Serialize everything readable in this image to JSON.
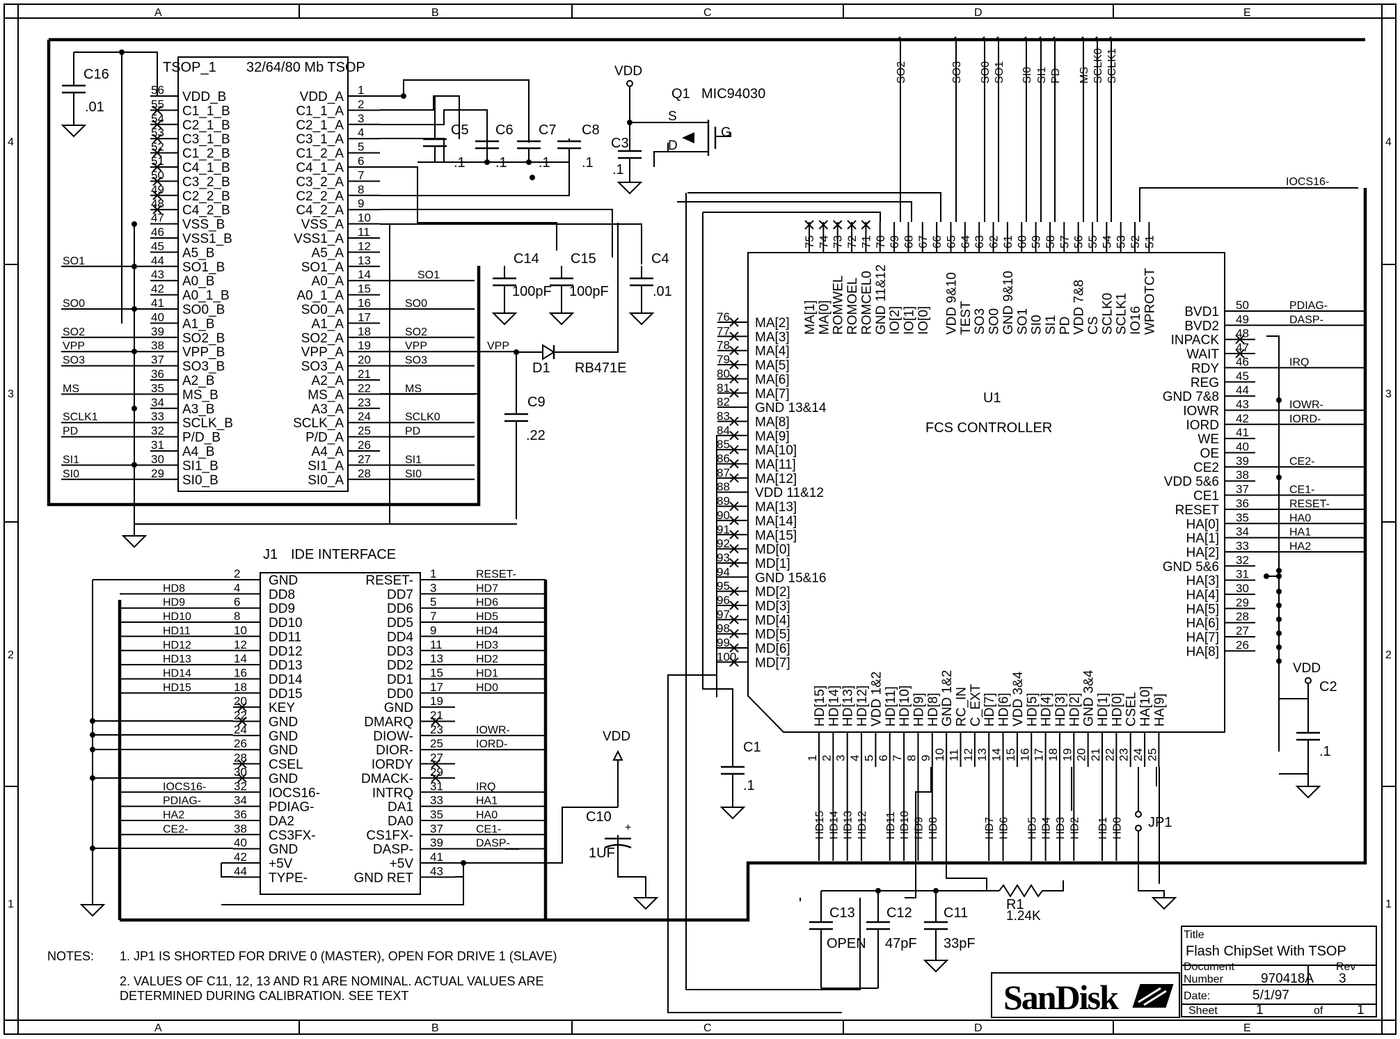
{
  "border": {
    "columns": [
      "A",
      "B",
      "C",
      "D",
      "E"
    ],
    "rows": [
      "4",
      "3",
      "2",
      "1"
    ]
  },
  "tsop": {
    "ref": "TSOP_1",
    "desc": "32/64/80 Mb TSOP",
    "left": [
      {
        "num": "56",
        "name": "VDD_B"
      },
      {
        "num": "55",
        "name": "C1_1_B"
      },
      {
        "num": "54",
        "name": "C2_1_B"
      },
      {
        "num": "53",
        "name": "C3_1_B"
      },
      {
        "num": "52",
        "name": "C1_2_B"
      },
      {
        "num": "51",
        "name": "C4_1_B"
      },
      {
        "num": "50",
        "name": "C3_2_B"
      },
      {
        "num": "49",
        "name": "C2_2_B"
      },
      {
        "num": "48",
        "name": "C4_2_B"
      },
      {
        "num": "47",
        "name": "VSS_B"
      },
      {
        "num": "46",
        "name": "VSS1_B"
      },
      {
        "num": "45",
        "name": "A5_B"
      },
      {
        "num": "44",
        "name": "SO1_B"
      },
      {
        "num": "43",
        "name": "A0_B"
      },
      {
        "num": "42",
        "name": "A0_1_B"
      },
      {
        "num": "41",
        "name": "SO0_B"
      },
      {
        "num": "40",
        "name": "A1_B"
      },
      {
        "num": "39",
        "name": "SO2_B"
      },
      {
        "num": "38",
        "name": "VPP_B"
      },
      {
        "num": "37",
        "name": "SO3_B"
      },
      {
        "num": "36",
        "name": "A2_B"
      },
      {
        "num": "35",
        "name": "MS_B"
      },
      {
        "num": "34",
        "name": "A3_B"
      },
      {
        "num": "33",
        "name": "SCLK_B"
      },
      {
        "num": "32",
        "name": "P/D_B"
      },
      {
        "num": "31",
        "name": "A4_B"
      },
      {
        "num": "30",
        "name": "SI1_B"
      },
      {
        "num": "29",
        "name": "SI0_B"
      }
    ],
    "right": [
      {
        "num": "1",
        "name": "VDD_A"
      },
      {
        "num": "2",
        "name": "C1_1_A"
      },
      {
        "num": "3",
        "name": "C2_1_A"
      },
      {
        "num": "4",
        "name": "C3_1_A"
      },
      {
        "num": "5",
        "name": "C1_2_A"
      },
      {
        "num": "6",
        "name": "C4_1_A"
      },
      {
        "num": "7",
        "name": "C3_2_A"
      },
      {
        "num": "8",
        "name": "C2_2_A"
      },
      {
        "num": "9",
        "name": "C4_2_A"
      },
      {
        "num": "10",
        "name": "VSS_A"
      },
      {
        "num": "11",
        "name": "VSS1_A"
      },
      {
        "num": "12",
        "name": "A5_A"
      },
      {
        "num": "13",
        "name": "SO1_A"
      },
      {
        "num": "14",
        "name": "A0_A"
      },
      {
        "num": "15",
        "name": "A0_1_A"
      },
      {
        "num": "16",
        "name": "SO0_A"
      },
      {
        "num": "17",
        "name": "A1_A"
      },
      {
        "num": "18",
        "name": "SO2_A"
      },
      {
        "num": "19",
        "name": "VPP_A"
      },
      {
        "num": "20",
        "name": "SO3_A"
      },
      {
        "num": "21",
        "name": "A2_A"
      },
      {
        "num": "22",
        "name": "MS_A"
      },
      {
        "num": "23",
        "name": "A3_A"
      },
      {
        "num": "24",
        "name": "SCLK_A"
      },
      {
        "num": "25",
        "name": "P/D_A"
      },
      {
        "num": "26",
        "name": "A4_A"
      },
      {
        "num": "27",
        "name": "SI1_A"
      },
      {
        "num": "28",
        "name": "SI0_A"
      }
    ],
    "left_nets": {
      "44": "SO1",
      "41": "SO0",
      "39": "SO2",
      "38": "VPP",
      "37": "SO3",
      "35": "MS",
      "33": "SCLK1",
      "32": "PD",
      "30": "SI1",
      "29": "SI0"
    },
    "right_nets": {
      "14": "SO1",
      "16": "SO0",
      "18": "SO2",
      "19": "VPP",
      "20": "SO3",
      "22": "MS",
      "24": "SCLK0",
      "25": "PD",
      "27": "SI1",
      "28": "SI0"
    }
  },
  "caps": {
    "c16": {
      "ref": "C16",
      "val": ".01"
    },
    "c5": {
      "ref": "C5",
      "val": ".1"
    },
    "c6": {
      "ref": "C6",
      "val": ".1"
    },
    "c7": {
      "ref": "C7",
      "val": ".1"
    },
    "c8": {
      "ref": "C8",
      "val": ".1"
    },
    "c3": {
      "ref": "C3",
      "val": ".1"
    },
    "c14": {
      "ref": "C14",
      "val": "100pF"
    },
    "c15": {
      "ref": "C15",
      "val": "100pF"
    },
    "c4": {
      "ref": "C4",
      "val": ".01"
    },
    "c9": {
      "ref": "C9",
      "val": ".22"
    },
    "c10": {
      "ref": "C10",
      "val": "1UF"
    },
    "c1": {
      "ref": "C1",
      "val": ".1"
    },
    "c2": {
      "ref": "C2",
      "val": ".1"
    },
    "c13": {
      "ref": "C13",
      "val": "OPEN"
    },
    "c12": {
      "ref": "C12",
      "val": "47pF"
    },
    "c11": {
      "ref": "C11",
      "val": "33pF"
    }
  },
  "q1": {
    "ref": "Q1",
    "part": "MIC94030",
    "s": "S",
    "d": "D",
    "g": "G"
  },
  "d1": {
    "ref": "D1",
    "part": "RB471E",
    "net": "VPP"
  },
  "r1": {
    "ref": "R1",
    "val": "1.24K"
  },
  "jp1": {
    "ref": "JP1"
  },
  "vdd": "VDD",
  "c10_polarity": "+",
  "top_bus": [
    "SO2",
    "SO3",
    "SO0",
    "SO1",
    "SI0",
    "SI1",
    "PD",
    "MS",
    "SCLK0",
    "SCLK1"
  ],
  "iocs_net": "IOCS16-",
  "u1": {
    "ref": "U1",
    "name": "FCS CONTROLLER",
    "top_pins": [
      {
        "num": "75",
        "name": "MA[1]"
      },
      {
        "num": "74",
        "name": "MA[0]"
      },
      {
        "num": "73",
        "name": "ROMWEL"
      },
      {
        "num": "72",
        "name": "ROMOEL"
      },
      {
        "num": "71",
        "name": "ROMCEL0"
      },
      {
        "num": "70",
        "name": "GND 11&12"
      },
      {
        "num": "69",
        "name": "IO[2]"
      },
      {
        "num": "68",
        "name": "IO[1]"
      },
      {
        "num": "67",
        "name": "IO[0]"
      },
      {
        "num": "66",
        "name": ""
      },
      {
        "num": "65",
        "name": "VDD 9&10"
      },
      {
        "num": "64",
        "name": "TEST"
      },
      {
        "num": "63",
        "name": "SO3"
      },
      {
        "num": "62",
        "name": "SO0"
      },
      {
        "num": "61",
        "name": "GND 9&10"
      },
      {
        "num": "60",
        "name": "SO1"
      },
      {
        "num": "59",
        "name": "SI0"
      },
      {
        "num": "58",
        "name": "SI1"
      },
      {
        "num": "57",
        "name": "PD"
      },
      {
        "num": "56",
        "name": "VDD 7&8"
      },
      {
        "num": "55",
        "name": "CS"
      },
      {
        "num": "54",
        "name": "SCLK0"
      },
      {
        "num": "53",
        "name": "SCLK1"
      },
      {
        "num": "52",
        "name": "IO16"
      },
      {
        "num": "51",
        "name": "WPROTCT"
      }
    ],
    "left_pins": [
      {
        "num": "76",
        "name": "MA[2]"
      },
      {
        "num": "77",
        "name": "MA[3]"
      },
      {
        "num": "78",
        "name": "MA[4]"
      },
      {
        "num": "79",
        "name": "MA[5]"
      },
      {
        "num": "80",
        "name": "MA[6]"
      },
      {
        "num": "81",
        "name": "MA[7]"
      },
      {
        "num": "82",
        "name": "GND 13&14"
      },
      {
        "num": "83",
        "name": "MA[8]"
      },
      {
        "num": "84",
        "name": "MA[9]"
      },
      {
        "num": "85",
        "name": "MA[10]"
      },
      {
        "num": "86",
        "name": "MA[11]"
      },
      {
        "num": "87",
        "name": "MA[12]"
      },
      {
        "num": "88",
        "name": "VDD 11&12"
      },
      {
        "num": "89",
        "name": "MA[13]"
      },
      {
        "num": "90",
        "name": "MA[14]"
      },
      {
        "num": "91",
        "name": "MA[15]"
      },
      {
        "num": "92",
        "name": "MD[0]"
      },
      {
        "num": "93",
        "name": "MD[1]"
      },
      {
        "num": "94",
        "name": "GND 15&16"
      },
      {
        "num": "95",
        "name": "MD[2]"
      },
      {
        "num": "96",
        "name": "MD[3]"
      },
      {
        "num": "97",
        "name": "MD[4]"
      },
      {
        "num": "98",
        "name": "MD[5]"
      },
      {
        "num": "99",
        "name": "MD[6]"
      },
      {
        "num": "100",
        "name": "MD[7]"
      }
    ],
    "right_pins": [
      {
        "num": "50",
        "name": "BVD1"
      },
      {
        "num": "49",
        "name": "BVD2"
      },
      {
        "num": "48",
        "name": "INPACK"
      },
      {
        "num": "47",
        "name": "WAIT"
      },
      {
        "num": "46",
        "name": "RDY"
      },
      {
        "num": "45",
        "name": "REG"
      },
      {
        "num": "44",
        "name": "GND 7&8"
      },
      {
        "num": "43",
        "name": "IOWR"
      },
      {
        "num": "42",
        "name": "IORD"
      },
      {
        "num": "41",
        "name": "WE"
      },
      {
        "num": "40",
        "name": "OE"
      },
      {
        "num": "39",
        "name": "CE2"
      },
      {
        "num": "38",
        "name": "VDD 5&6"
      },
      {
        "num": "37",
        "name": "CE1"
      },
      {
        "num": "36",
        "name": "RESET"
      },
      {
        "num": "35",
        "name": "HA[0]"
      },
      {
        "num": "34",
        "name": "HA[1]"
      },
      {
        "num": "33",
        "name": "HA[2]"
      },
      {
        "num": "32",
        "name": "GND 5&6"
      },
      {
        "num": "31",
        "name": "HA[3]"
      },
      {
        "num": "30",
        "name": "HA[4]"
      },
      {
        "num": "29",
        "name": "HA[5]"
      },
      {
        "num": "28",
        "name": "HA[6]"
      },
      {
        "num": "27",
        "name": "HA[7]"
      },
      {
        "num": "26",
        "name": "HA[8]"
      }
    ],
    "right_nets": {
      "50": "PDIAG-",
      "49": "DASP-",
      "46": "IRQ",
      "43": "IOWR-",
      "42": "IORD-",
      "39": "CE2-",
      "37": "CE1-",
      "36": "RESET-",
      "35": "HA0",
      "34": "HA1",
      "33": "HA2"
    },
    "bottom_pins": [
      {
        "num": "1",
        "name": "HD[15]",
        "net": "HD15"
      },
      {
        "num": "2",
        "name": "HD[14]",
        "net": "HD14"
      },
      {
        "num": "3",
        "name": "HD[13]",
        "net": "HD13"
      },
      {
        "num": "4",
        "name": "HD[12]",
        "net": "HD12"
      },
      {
        "num": "5",
        "name": "VDD 1&2",
        "net": ""
      },
      {
        "num": "6",
        "name": "HD[11]",
        "net": "HD11"
      },
      {
        "num": "7",
        "name": "HD[10]",
        "net": "HD10"
      },
      {
        "num": "8",
        "name": "HD[9]",
        "net": "HD9"
      },
      {
        "num": "9",
        "name": "HD[8]",
        "net": "HD8"
      },
      {
        "num": "10",
        "name": "GND 1&2",
        "net": ""
      },
      {
        "num": "11",
        "name": "RC_IN",
        "net": ""
      },
      {
        "num": "12",
        "name": "C_EXT",
        "net": ""
      },
      {
        "num": "13",
        "name": "HD[7]",
        "net": "HD7"
      },
      {
        "num": "14",
        "name": "HD[6]",
        "net": "HD6"
      },
      {
        "num": "15",
        "name": "VDD 3&4",
        "net": ""
      },
      {
        "num": "16",
        "name": "HD[5]",
        "net": "HD5"
      },
      {
        "num": "17",
        "name": "HD[4]",
        "net": "HD4"
      },
      {
        "num": "18",
        "name": "HD[3]",
        "net": "HD3"
      },
      {
        "num": "19",
        "name": "HD[2]",
        "net": "HD2"
      },
      {
        "num": "20",
        "name": "GND 3&4",
        "net": ""
      },
      {
        "num": "21",
        "name": "HD[1]",
        "net": "HD1"
      },
      {
        "num": "22",
        "name": "HD[0]",
        "net": "HD0"
      },
      {
        "num": "23",
        "name": "CSEL",
        "net": ""
      },
      {
        "num": "24",
        "name": "HA[10]",
        "net": ""
      },
      {
        "num": "25",
        "name": "HA[9]",
        "net": ""
      }
    ]
  },
  "j1": {
    "ref": "J1",
    "name": "IDE INTERFACE",
    "left": [
      {
        "num": "2",
        "name": "GND",
        "net": ""
      },
      {
        "num": "4",
        "name": "DD8",
        "net": "HD8"
      },
      {
        "num": "6",
        "name": "DD9",
        "net": "HD9"
      },
      {
        "num": "8",
        "name": "DD10",
        "net": "HD10"
      },
      {
        "num": "10",
        "name": "DD11",
        "net": "HD11"
      },
      {
        "num": "12",
        "name": "DD12",
        "net": "HD12"
      },
      {
        "num": "14",
        "name": "DD13",
        "net": "HD13"
      },
      {
        "num": "16",
        "name": "DD14",
        "net": "HD14"
      },
      {
        "num": "18",
        "name": "DD15",
        "net": "HD15"
      },
      {
        "num": "20",
        "name": "KEY",
        "net": ""
      },
      {
        "num": "22",
        "name": "GND",
        "net": ""
      },
      {
        "num": "24",
        "name": "GND",
        "net": ""
      },
      {
        "num": "26",
        "name": "GND",
        "net": ""
      },
      {
        "num": "28",
        "name": "CSEL",
        "net": ""
      },
      {
        "num": "30",
        "name": "GND",
        "net": ""
      },
      {
        "num": "32",
        "name": "IOCS16-",
        "net": "IOCS16-"
      },
      {
        "num": "34",
        "name": "PDIAG-",
        "net": "PDIAG-"
      },
      {
        "num": "36",
        "name": "DA2",
        "net": "HA2"
      },
      {
        "num": "38",
        "name": "CS3FX-",
        "net": "CE2-"
      },
      {
        "num": "40",
        "name": "GND",
        "net": ""
      },
      {
        "num": "42",
        "name": "+5V",
        "net": ""
      },
      {
        "num": "44",
        "name": "TYPE-",
        "net": ""
      }
    ],
    "right": [
      {
        "num": "1",
        "name": "RESET-",
        "net": "RESET-"
      },
      {
        "num": "3",
        "name": "DD7",
        "net": "HD7"
      },
      {
        "num": "5",
        "name": "DD6",
        "net": "HD6"
      },
      {
        "num": "7",
        "name": "DD5",
        "net": "HD5"
      },
      {
        "num": "9",
        "name": "DD4",
        "net": "HD4"
      },
      {
        "num": "11",
        "name": "DD3",
        "net": "HD3"
      },
      {
        "num": "13",
        "name": "DD2",
        "net": "HD2"
      },
      {
        "num": "15",
        "name": "DD1",
        "net": "HD1"
      },
      {
        "num": "17",
        "name": "DD0",
        "net": "HD0"
      },
      {
        "num": "19",
        "name": "GND",
        "net": ""
      },
      {
        "num": "21",
        "name": "DMARQ",
        "net": ""
      },
      {
        "num": "23",
        "name": "DIOW-",
        "net": "IOWR-"
      },
      {
        "num": "25",
        "name": "DIOR-",
        "net": "IORD-"
      },
      {
        "num": "27",
        "name": "IORDY",
        "net": ""
      },
      {
        "num": "29",
        "name": "DMACK-",
        "net": ""
      },
      {
        "num": "31",
        "name": "INTRQ",
        "net": "IRQ"
      },
      {
        "num": "33",
        "name": "DA1",
        "net": "HA1"
      },
      {
        "num": "35",
        "name": "DA0",
        "net": "HA0"
      },
      {
        "num": "37",
        "name": "CS1FX-",
        "net": "CE1-"
      },
      {
        "num": "39",
        "name": "DASP-",
        "net": "DASP-"
      },
      {
        "num": "41",
        "name": "+5V",
        "net": ""
      },
      {
        "num": "43",
        "name": "GND RET",
        "net": ""
      }
    ]
  },
  "notes": {
    "label": "NOTES:",
    "n1": "1.  JP1 IS SHORTED FOR DRIVE 0 (MASTER), OPEN FOR DRIVE 1 (SLAVE)",
    "n2a": "2.  VALUES OF C11, 12, 13 AND R1 ARE NOMINAL.  ACTUAL VALUES ARE",
    "n2b": "DETERMINED DURING CALIBRATION.  SEE TEXT"
  },
  "title_block": {
    "logo": "SanDisk",
    "title_label": "Title",
    "title": "Flash ChipSet With TSOP",
    "doc_label": "Document",
    "number_label": "Number",
    "number": "970418A",
    "rev_label": "Rev",
    "rev": "3",
    "date_label": "Date:",
    "date": "5/1/97",
    "sheet_label": "Sheet",
    "sheet": "1",
    "of_label": "of",
    "of": "1"
  }
}
